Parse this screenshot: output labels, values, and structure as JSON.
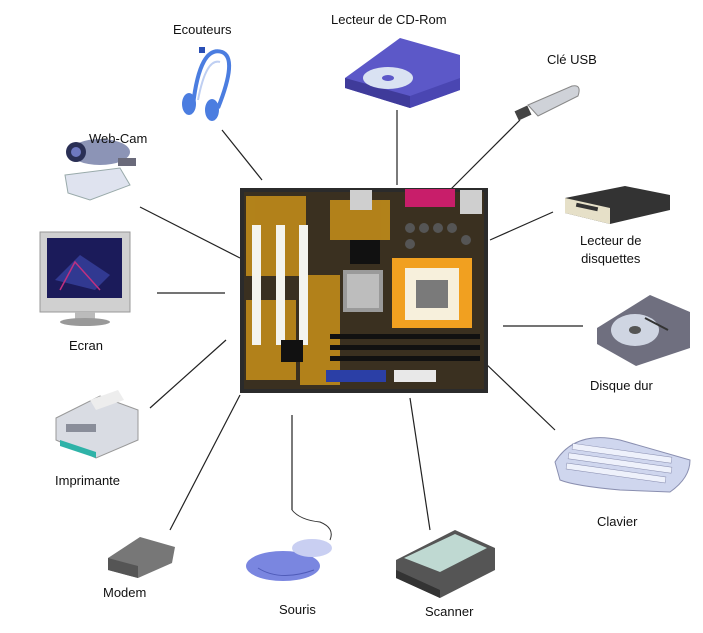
{
  "labels": {
    "ecouteurs": "Ecouteurs",
    "cdrom": "Lecteur de CD-Rom",
    "usb": "Clé USB",
    "webcam": "Web-Cam",
    "disquettes_line1": "Lecteur de",
    "disquettes_line2": "disquettes",
    "ecran": "Ecran",
    "disque_dur": "Disque dur",
    "imprimante": "Imprimante",
    "clavier": "Clavier",
    "modem": "Modem",
    "souris": "Souris",
    "scanner": "Scanner"
  },
  "colors": {
    "line": "#222222",
    "board": "#2b2b2b",
    "board_accent": "#c8901a",
    "cpu_socket": "#f1a020",
    "ram_slot": "#1b1b1b",
    "pci_slot": "#f4f4ee",
    "ide_blue": "#2b3fa6",
    "parallel_port": "#c81e6a",
    "cd_drive": "#5c58c8",
    "mouse": "#7a86e0",
    "keyboard": "#cfd6ee",
    "headphones": "#4b7de0",
    "printer": "#d9dce3",
    "modem_body": "#777777",
    "scanner_body": "#555555",
    "floppy_body": "#333333",
    "hdd_body": "#6f6f7f",
    "monitor_frame": "#cfcfcf",
    "screen": "#1b1b5a"
  },
  "icons": [
    "ecouteurs-icon",
    "cdrom-icon",
    "usb-key-icon",
    "webcam-icon",
    "floppy-drive-icon",
    "monitor-icon",
    "hard-disk-icon",
    "printer-icon",
    "keyboard-icon",
    "modem-icon",
    "mouse-icon",
    "scanner-icon",
    "motherboard-image"
  ]
}
